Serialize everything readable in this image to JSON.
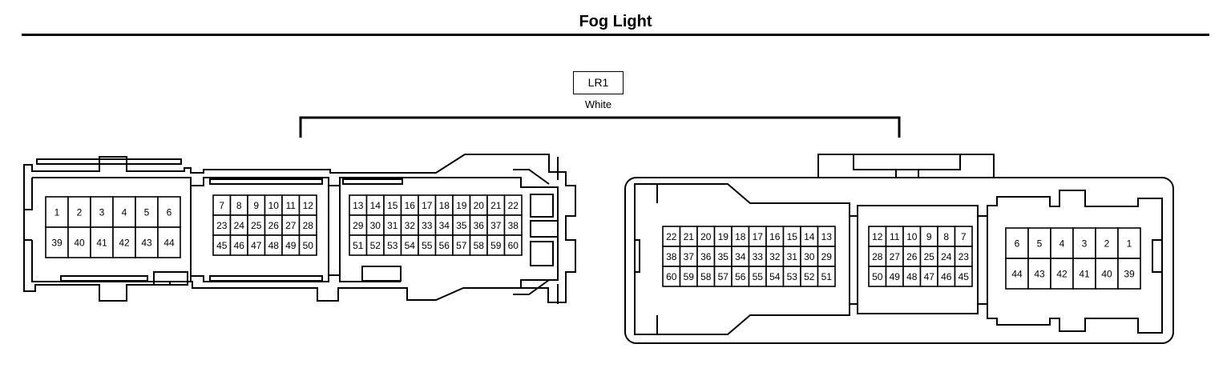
{
  "title": "Fog Light",
  "connector": {
    "label": "LR1",
    "color_text": "White"
  },
  "left_connector": {
    "groups": [
      {
        "rows": [
          [
            "1",
            "2",
            "3",
            "4",
            "5",
            "6"
          ],
          [
            "39",
            "40",
            "41",
            "42",
            "43",
            "44"
          ]
        ]
      },
      {
        "rows": [
          [
            "7",
            "8",
            "9",
            "10",
            "11",
            "12"
          ],
          [
            "23",
            "24",
            "25",
            "26",
            "27",
            "28"
          ],
          [
            "45",
            "46",
            "47",
            "48",
            "49",
            "50"
          ]
        ]
      },
      {
        "rows": [
          [
            "13",
            "14",
            "15",
            "16",
            "17",
            "18",
            "19",
            "20",
            "21",
            "22"
          ],
          [
            "29",
            "30",
            "31",
            "32",
            "33",
            "34",
            "35",
            "36",
            "37",
            "38"
          ],
          [
            "51",
            "52",
            "53",
            "54",
            "55",
            "56",
            "57",
            "58",
            "59",
            "60"
          ]
        ]
      }
    ]
  },
  "right_connector": {
    "groups": [
      {
        "rows": [
          [
            "22",
            "21",
            "20",
            "19",
            "18",
            "17",
            "16",
            "15",
            "14",
            "13"
          ],
          [
            "38",
            "37",
            "36",
            "35",
            "34",
            "33",
            "32",
            "31",
            "30",
            "29"
          ],
          [
            "60",
            "59",
            "58",
            "57",
            "56",
            "55",
            "54",
            "53",
            "52",
            "51"
          ]
        ]
      },
      {
        "rows": [
          [
            "12",
            "11",
            "10",
            "9",
            "8",
            "7"
          ],
          [
            "28",
            "27",
            "26",
            "25",
            "24",
            "23"
          ],
          [
            "50",
            "49",
            "48",
            "47",
            "46",
            "45"
          ]
        ]
      },
      {
        "rows": [
          [
            "6",
            "5",
            "4",
            "3",
            "2",
            "1"
          ],
          [
            "44",
            "43",
            "42",
            "41",
            "40",
            "39"
          ]
        ]
      }
    ]
  }
}
